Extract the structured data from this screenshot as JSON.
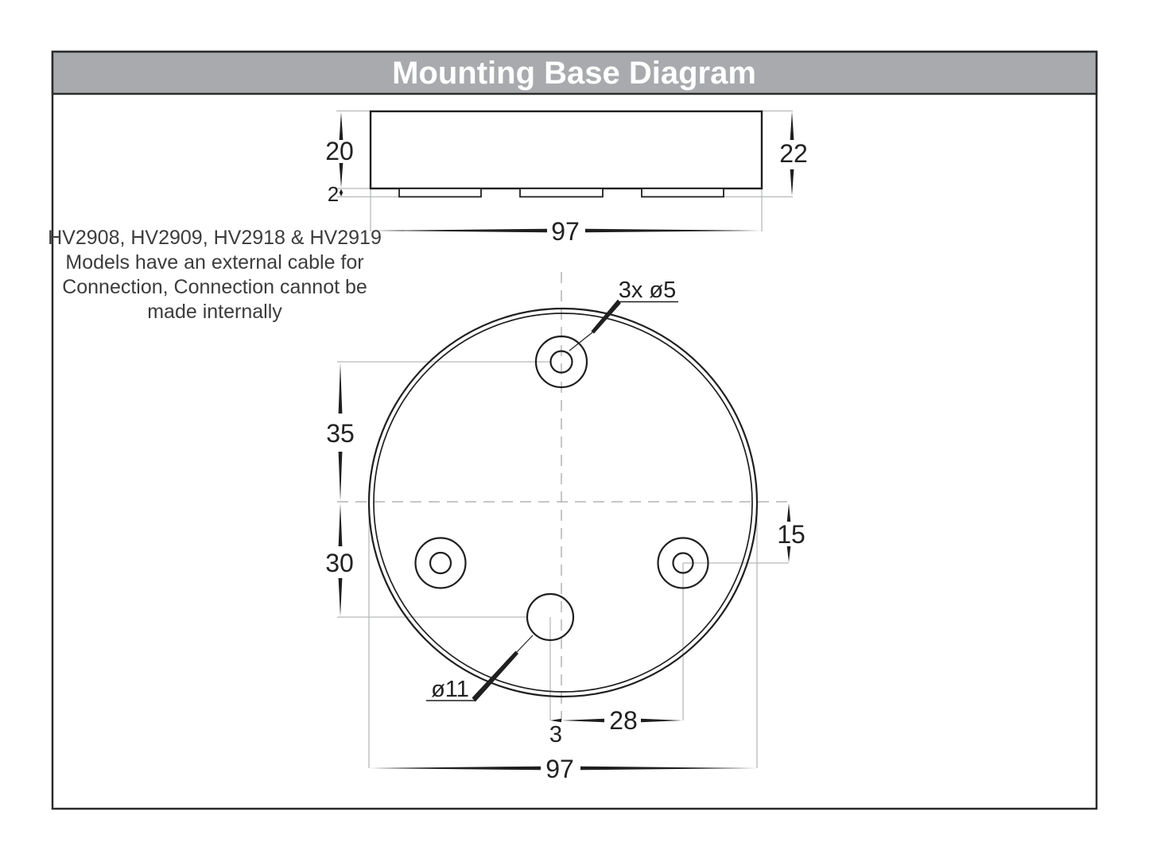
{
  "title": "Mounting Base Diagram",
  "note": {
    "lines": [
      "HV2908, HV2909, HV2918 & HV2919",
      "Models have an external cable for",
      "Connection, Connection cannot be",
      "made internally"
    ]
  },
  "side_view": {
    "body_height": "20",
    "lip_height": "2",
    "total_height": "22",
    "width": "97"
  },
  "top_view": {
    "mount_holes_label": "3x ø5",
    "center_hole_label": "ø11",
    "dim_center_to_top_hole": "35",
    "dim_center_to_bottom_hole": "30",
    "dim_center_to_side_holes": "15",
    "dim_hole_offset": "3",
    "dim_hole_spacing": "28",
    "diameter": "97"
  },
  "colors": {
    "title_bar": "#a8aaad",
    "title_text": "#ffffff",
    "line": "#1f1f1f",
    "extension_line": "#b6b9bb",
    "centerline": "#b0b3b5"
  }
}
